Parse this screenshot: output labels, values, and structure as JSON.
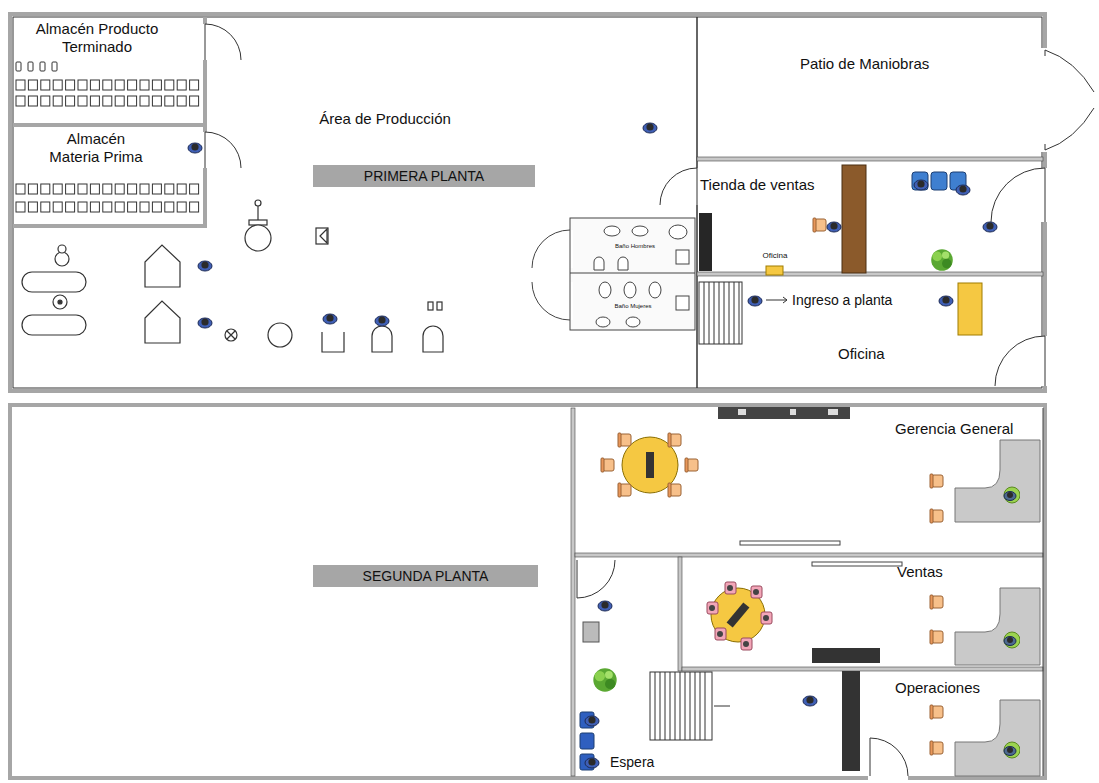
{
  "diagram": {
    "nodes": [
      {
        "text": [
          "Área de Producción"
        ]
      },
      {
        "text": [
          "Almacén Producto Terminado"
        ],
        "in": 0
      },
      {
        "text": [
          "Almacén Materia Prima"
        ],
        "in": 0
      },
      {
        "text": [
          "PRIMERA PLANTA"
        ],
        "in": 0
      },
      {
        "text": [
          "Baño Hombres"
        ],
        "in": 0
      },
      {
        "text": [
          "Baño Mujeres"
        ],
        "in": 0
      },
      {
        "text": [
          "Patio de Maniobras"
        ]
      },
      {
        "text": [
          "Tienda de ventas"
        ]
      },
      {
        "text": [
          "Oficina"
        ]
      },
      {
        "text": [
          "Gerencia General"
        ]
      },
      {
        "text": [
          "SEGUNDA PLANTA"
        ]
      },
      {
        "text": [
          "Ventas"
        ]
      },
      {
        "text": [
          "Operaciones"
        ]
      }
    ],
    "edges": [],
    "labels": [
      "Oficina",
      "Ingreso a planta",
      "Espera"
    ]
  }
}
